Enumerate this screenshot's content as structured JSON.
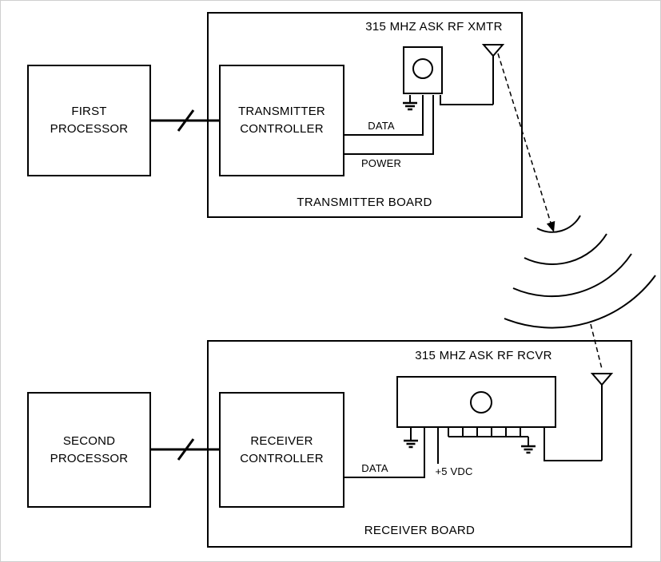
{
  "diagram": {
    "transmitter": {
      "board_label": "TRANSMITTER BOARD",
      "rf_module_label": "315 MHZ ASK RF XMTR",
      "processor_label": "FIRST PROCESSOR",
      "controller_label": "TRANSMITTER CONTROLLER",
      "data_signal_label": "DATA",
      "power_signal_label": "POWER"
    },
    "receiver": {
      "board_label": "RECEIVER BOARD",
      "rf_module_label": "315 MHZ ASK RF RCVR",
      "processor_label": "SECOND PROCESSOR",
      "controller_label": "RECEIVER CONTROLLER",
      "data_signal_label": "DATA",
      "power_supply_label": "+5 VDC"
    },
    "colors": {
      "line": "#000000",
      "background": "#ffffff"
    }
  }
}
